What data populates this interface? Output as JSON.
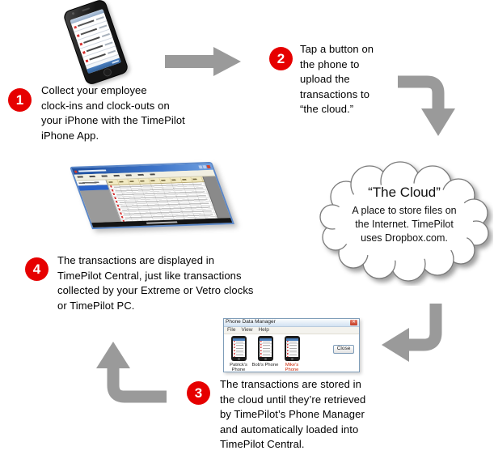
{
  "diagram": {
    "steps": [
      {
        "number": "1",
        "text": "Collect your employee\nclock-ins and clock-outs on\nyour iPhone with the TimePilot\niPhone App."
      },
      {
        "number": "2",
        "text": "Tap a button on\nthe phone to\nupload the\ntransactions to\n“the cloud.”"
      },
      {
        "number": "3",
        "text": "The transactions are stored in\nthe cloud until they’re retrieved\nby TimePilot’s Phone Manager\nand automatically loaded into\nTimePilot Central."
      },
      {
        "number": "4",
        "text": "The transactions are displayed in\nTimePilot Central, just like transactions\ncollected by your Extreme or Vetro clocks\nor TimePilot PC."
      }
    ],
    "cloud": {
      "title": "“The Cloud”",
      "description": "A place to store files on\nthe Internet. TimePilot\nuses Dropbox.com."
    },
    "phone_data_manager": {
      "title": "Phone Data Manager",
      "menu": [
        "File",
        "View",
        "Help"
      ],
      "phone_labels": [
        "Patrick's Phone",
        "Bob's Phone",
        "Mike's Phone"
      ],
      "close_button": "Close",
      "close_icon": "✕"
    },
    "colors": {
      "step_badge_red": "#e60000",
      "arrow_gray": "#9a9a9a",
      "alert_label_red": "#cc2200"
    }
  }
}
